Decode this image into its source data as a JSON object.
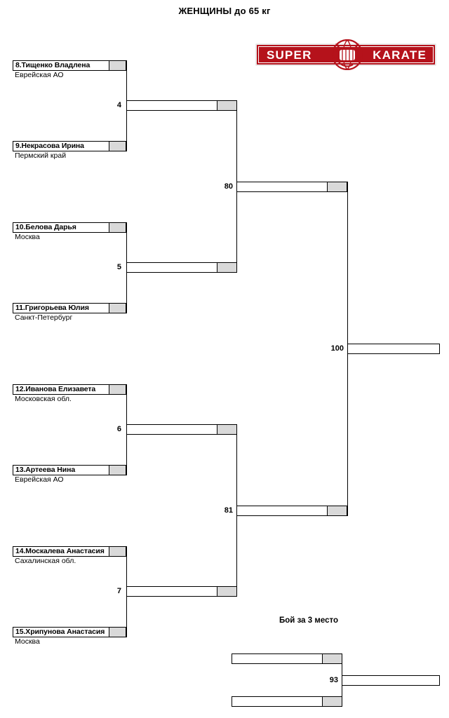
{
  "page": {
    "title": "ЖЕНЩИНЫ до 65 кг"
  },
  "logo": {
    "word_left": "SUPER",
    "word_right": "KARATE",
    "emblem": "fist-globe-icon",
    "brand_color": "#b5121b"
  },
  "bracket": {
    "participants": [
      {
        "seed_name": "8.Тищенко Владлена",
        "region": "Еврейская АО"
      },
      {
        "seed_name": "9.Некрасова Ирина",
        "region": "Пермский край"
      },
      {
        "seed_name": "10.Белова Дарья",
        "region": "Москва"
      },
      {
        "seed_name": "11.Григорьева Юлия",
        "region": "Санкт-Петербург"
      },
      {
        "seed_name": "12.Иванова Елизавета",
        "region": "Московская обл."
      },
      {
        "seed_name": "13.Артеева Нина",
        "region": "Еврейская АО"
      },
      {
        "seed_name": "14.Москалева Анастасия",
        "region": "Сахалинская обл."
      },
      {
        "seed_name": "15.Хрипунова Анастасия",
        "region": "Москва"
      }
    ],
    "round2": [
      {
        "match_no": "4"
      },
      {
        "match_no": "5"
      },
      {
        "match_no": "6"
      },
      {
        "match_no": "7"
      }
    ],
    "round3": [
      {
        "match_no": "80"
      },
      {
        "match_no": "81"
      }
    ],
    "final": {
      "match_no": "100"
    },
    "third_place": {
      "heading": "Бой за 3 место",
      "match_no": "93"
    }
  }
}
